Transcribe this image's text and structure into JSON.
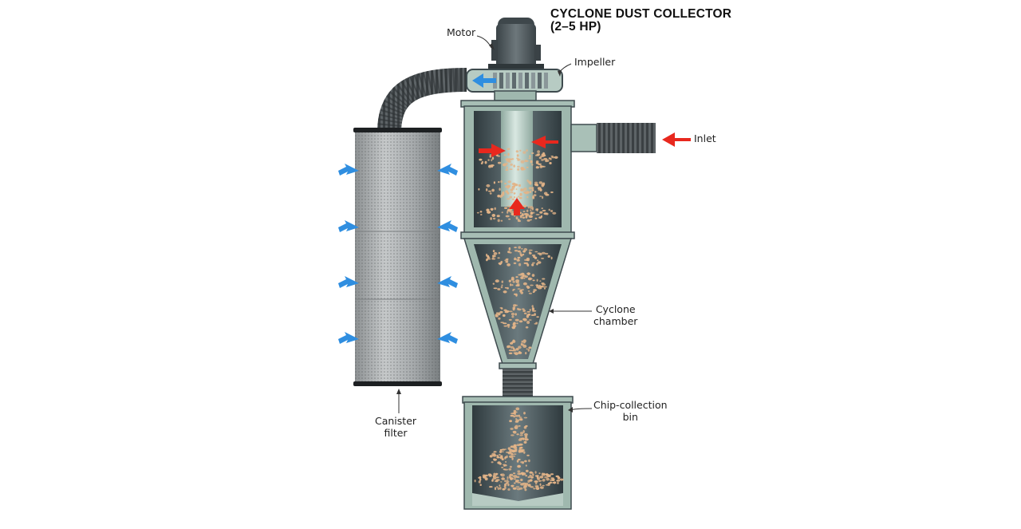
{
  "title": {
    "line1": "CYCLONE DUST COLLECTOR",
    "line2": "(2–5 HP)"
  },
  "labels": {
    "motor": "Motor",
    "impeller": "Impeller",
    "inlet": "Inlet",
    "cyclone_chamber_line1": "Cyclone",
    "cyclone_chamber_line2": "chamber",
    "chip_bin_line1": "Chip-collection",
    "chip_bin_line2": "bin",
    "canister_line1": "Canister",
    "canister_line2": "filter"
  },
  "colors": {
    "steel": "#9fb8ae",
    "steel_dark": "#3e4a4e",
    "motor": "#4a5458",
    "filter": "#9da0a2",
    "hose": "#4a4f52",
    "chips": "#e3b488",
    "air_in": "#e8281e",
    "air_out": "#2f8ee0",
    "background": "#ffffff"
  }
}
